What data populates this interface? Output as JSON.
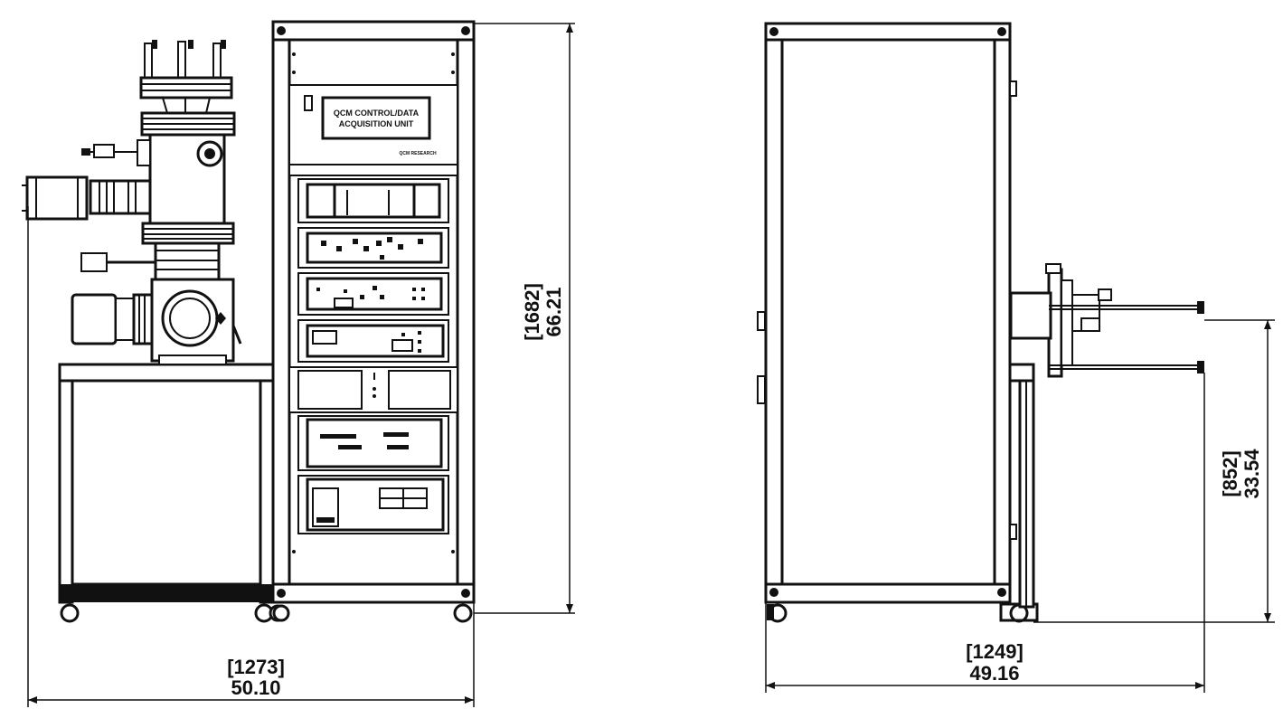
{
  "left_view": {
    "width_mm": "[1273]",
    "width_in": "50.10",
    "height_mm": "[1682]",
    "height_in": "66.21",
    "panel_label_line1": "QCM CONTROL/DATA",
    "panel_label_line2": "ACQUISITION UNIT",
    "brand_label": "QCM RESEARCH"
  },
  "right_view": {
    "width_mm": "[1249]",
    "width_in": "49.16",
    "height_mm": "[852]",
    "height_in": "33.54"
  }
}
